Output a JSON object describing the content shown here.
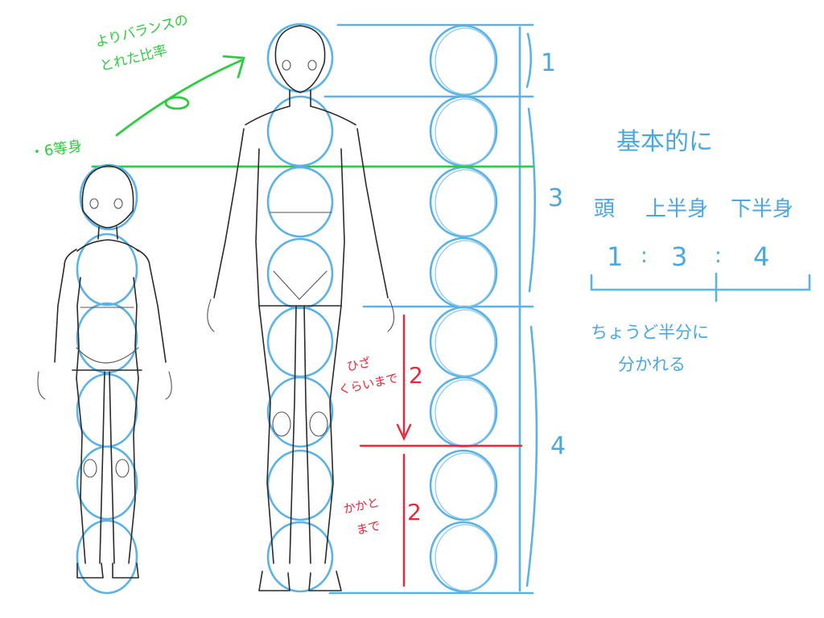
{
  "title": "Body proportion guide (head-count comparison)",
  "colors": {
    "background": "#ffffff",
    "guide_blue": "#5ab2e6",
    "annotation_green": "#2ecc40",
    "annotation_red": "#e8283a",
    "pencil": "#2a2a2a"
  },
  "annotations": {
    "green_top_line1": "よりバランスの",
    "green_top_line2": "とれた比率",
    "green_left": "・6等身",
    "right_title": "基本的に",
    "ratio_headers": [
      "頭",
      "上半身",
      "下半身"
    ],
    "ratio_values": [
      "1",
      ":",
      "3",
      ":",
      "4"
    ],
    "bracket_note_line1": "ちょうど半分に",
    "bracket_note_line2": "分かれる",
    "red_note_knee_line1": "ひざ",
    "red_note_knee_line2": "くらいまで",
    "red_note_heel_line1": "かかと",
    "red_note_heel_line2": "まで",
    "red_count_upper": "2",
    "red_count_lower": "2"
  },
  "scale": {
    "segments": [
      {
        "label": "1",
        "heads": 1
      },
      {
        "label": "3",
        "heads": 3
      },
      {
        "label": "4",
        "heads": 4
      }
    ],
    "total_heads": 8
  },
  "figures": [
    {
      "name": "small-figure",
      "head_count": 6
    },
    {
      "name": "tall-figure",
      "head_count": 8
    }
  ]
}
